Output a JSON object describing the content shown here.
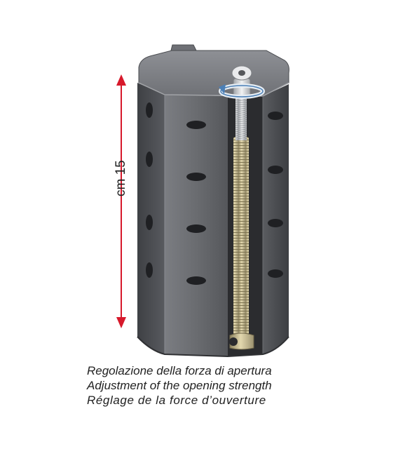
{
  "dimension": {
    "label": "cm 15"
  },
  "captions": [
    "Regolazione della forza di apertura",
    "Adjustment of the opening strength",
    "Réglage de la force d’ouverture"
  ],
  "colors": {
    "arrow": "#d7192b",
    "housing": "#5b5d61",
    "spring": "#cbbf95"
  }
}
